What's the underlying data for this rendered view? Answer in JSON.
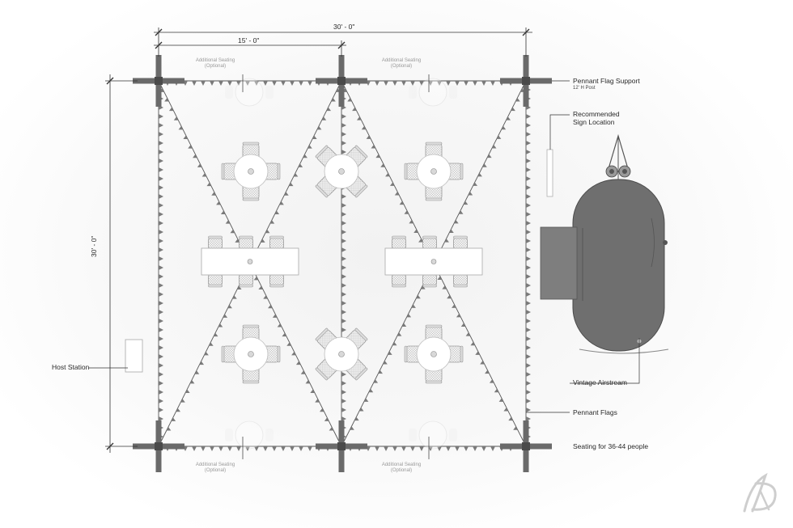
{
  "dimensions": {
    "total_width": "30' - 0\"",
    "half_width": "15' - 0\"",
    "total_depth": "30' - 0\""
  },
  "labels": {
    "pennant_flag_support": "Pennant Flag Support",
    "post_height": "12' H Post",
    "recommended_sign": "Recommended",
    "sign_location": "Sign Location",
    "host_station": "Host Station",
    "vintage_airstream": "Vintage Airstream",
    "pennant_flags": "Pennant Flags",
    "seating_capacity": "Seating for 36-44 people"
  },
  "optional_seating": [
    {
      "line1": "Additional Seating",
      "line2": "(Optional)"
    },
    {
      "line1": "Additional Seating",
      "line2": "(Optional)"
    },
    {
      "line1": "Additional Seating",
      "line2": "(Optional)"
    },
    {
      "line1": "Additional Seating",
      "line2": "(Optional)"
    }
  ],
  "colors": {
    "line": "#555555",
    "flag": "#7a7a7a",
    "airstream": "#6f6f6f",
    "airstream_dark": "#5a5a5a",
    "furniture_fill": "#ffffff",
    "chair_stroke": "#9a9a9a"
  }
}
